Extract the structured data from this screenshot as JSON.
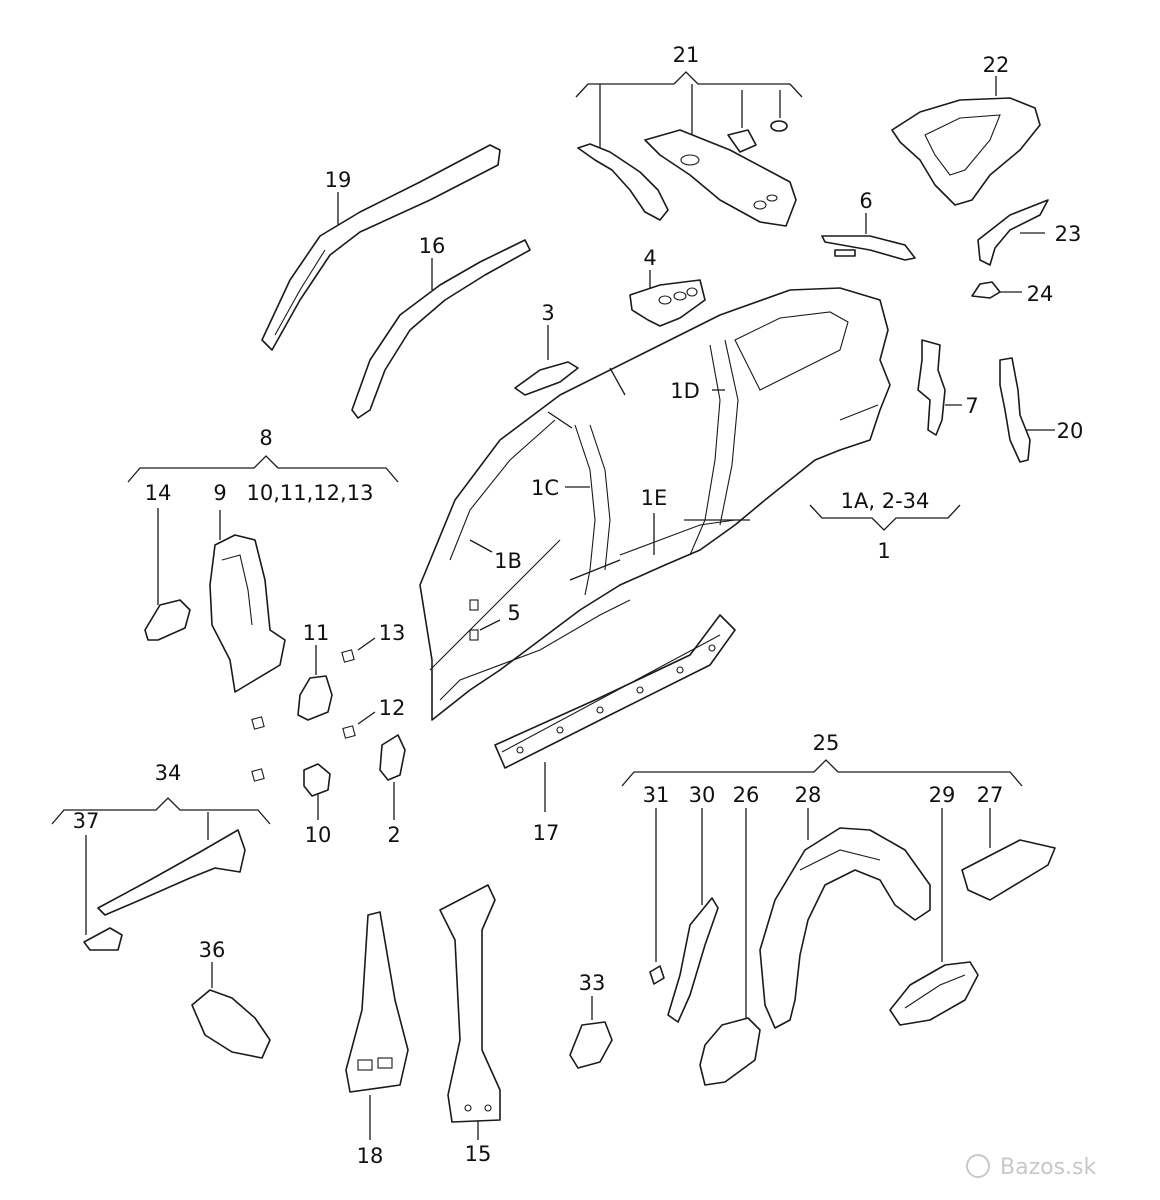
{
  "callouts": {
    "c21": "21",
    "c22": "22",
    "c19": "19",
    "c16": "16",
    "c6": "6",
    "c23": "23",
    "c24": "24",
    "c4": "4",
    "c3": "3",
    "c1D": "1D",
    "c7": "7",
    "c20": "20",
    "c8": "8",
    "c14": "14",
    "c9": "9",
    "c10_13": "10,11,12,13",
    "c1C": "1C",
    "c1E": "1E",
    "c1A": "1A, 2-34",
    "c1": "1",
    "c1B": "1B",
    "c5": "5",
    "c11": "11",
    "c13": "13",
    "c12": "12",
    "c34": "34",
    "c37": "37",
    "c10": "10",
    "c2": "2",
    "c17": "17",
    "c25": "25",
    "c31": "31",
    "c30": "30",
    "c26": "26",
    "c28": "28",
    "c29": "29",
    "c27": "27",
    "c36": "36",
    "c33": "33",
    "c18": "18",
    "c15": "15"
  },
  "watermark": "Bazos.sk"
}
